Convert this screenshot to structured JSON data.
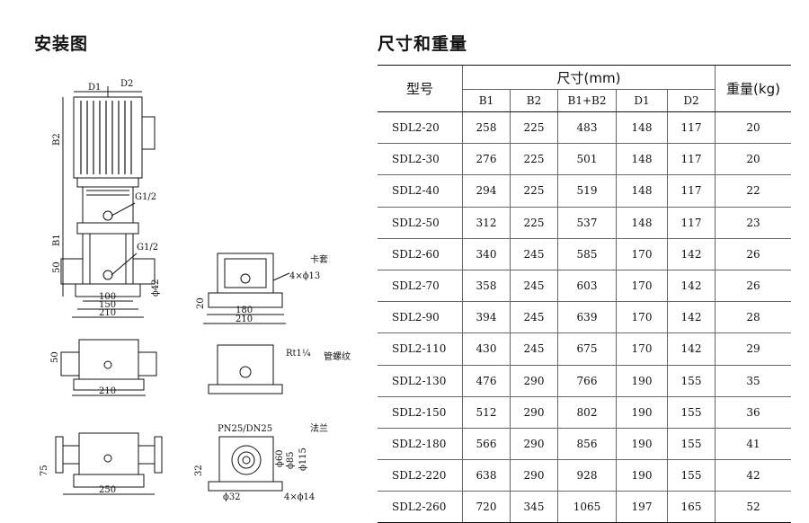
{
  "titles": {
    "install": "安装图",
    "dims": "尺寸和重量"
  },
  "drawing": {
    "labels": [
      "D1",
      "D2",
      "B2",
      "B1",
      "G1/2",
      "G1/2",
      "50",
      "100",
      "150",
      "210",
      "ϕ42",
      "卡套",
      "4×ϕ13",
      "180",
      "210",
      "20",
      "50",
      "210",
      "Rt1¼",
      "管螺纹",
      "PN25/DN25",
      "法兰",
      "75",
      "250",
      "ϕ60",
      "ϕ85",
      "ϕ115",
      "32",
      "ϕ32",
      "4×ϕ14"
    ]
  },
  "table": {
    "col_model": "型号",
    "col_size": "尺寸(mm)",
    "col_weight": "重量(kg)",
    "sub": [
      "B1",
      "B2",
      "B1+B2",
      "D1",
      "D2"
    ],
    "rows": [
      [
        "SDL2-20",
        "258",
        "225",
        "483",
        "148",
        "117",
        "20"
      ],
      [
        "SDL2-30",
        "276",
        "225",
        "501",
        "148",
        "117",
        "20"
      ],
      [
        "SDL2-40",
        "294",
        "225",
        "519",
        "148",
        "117",
        "22"
      ],
      [
        "SDL2-50",
        "312",
        "225",
        "537",
        "148",
        "117",
        "23"
      ],
      [
        "SDL2-60",
        "340",
        "245",
        "585",
        "170",
        "142",
        "26"
      ],
      [
        "SDL2-70",
        "358",
        "245",
        "603",
        "170",
        "142",
        "26"
      ],
      [
        "SDL2-90",
        "394",
        "245",
        "639",
        "170",
        "142",
        "28"
      ],
      [
        "SDL2-110",
        "430",
        "245",
        "675",
        "170",
        "142",
        "29"
      ],
      [
        "SDL2-130",
        "476",
        "290",
        "766",
        "190",
        "155",
        "35"
      ],
      [
        "SDL2-150",
        "512",
        "290",
        "802",
        "190",
        "155",
        "36"
      ],
      [
        "SDL2-180",
        "566",
        "290",
        "856",
        "190",
        "155",
        "41"
      ],
      [
        "SDL2-220",
        "638",
        "290",
        "928",
        "190",
        "155",
        "42"
      ],
      [
        "SDL2-260",
        "720",
        "345",
        "1065",
        "197",
        "165",
        "52"
      ]
    ]
  }
}
